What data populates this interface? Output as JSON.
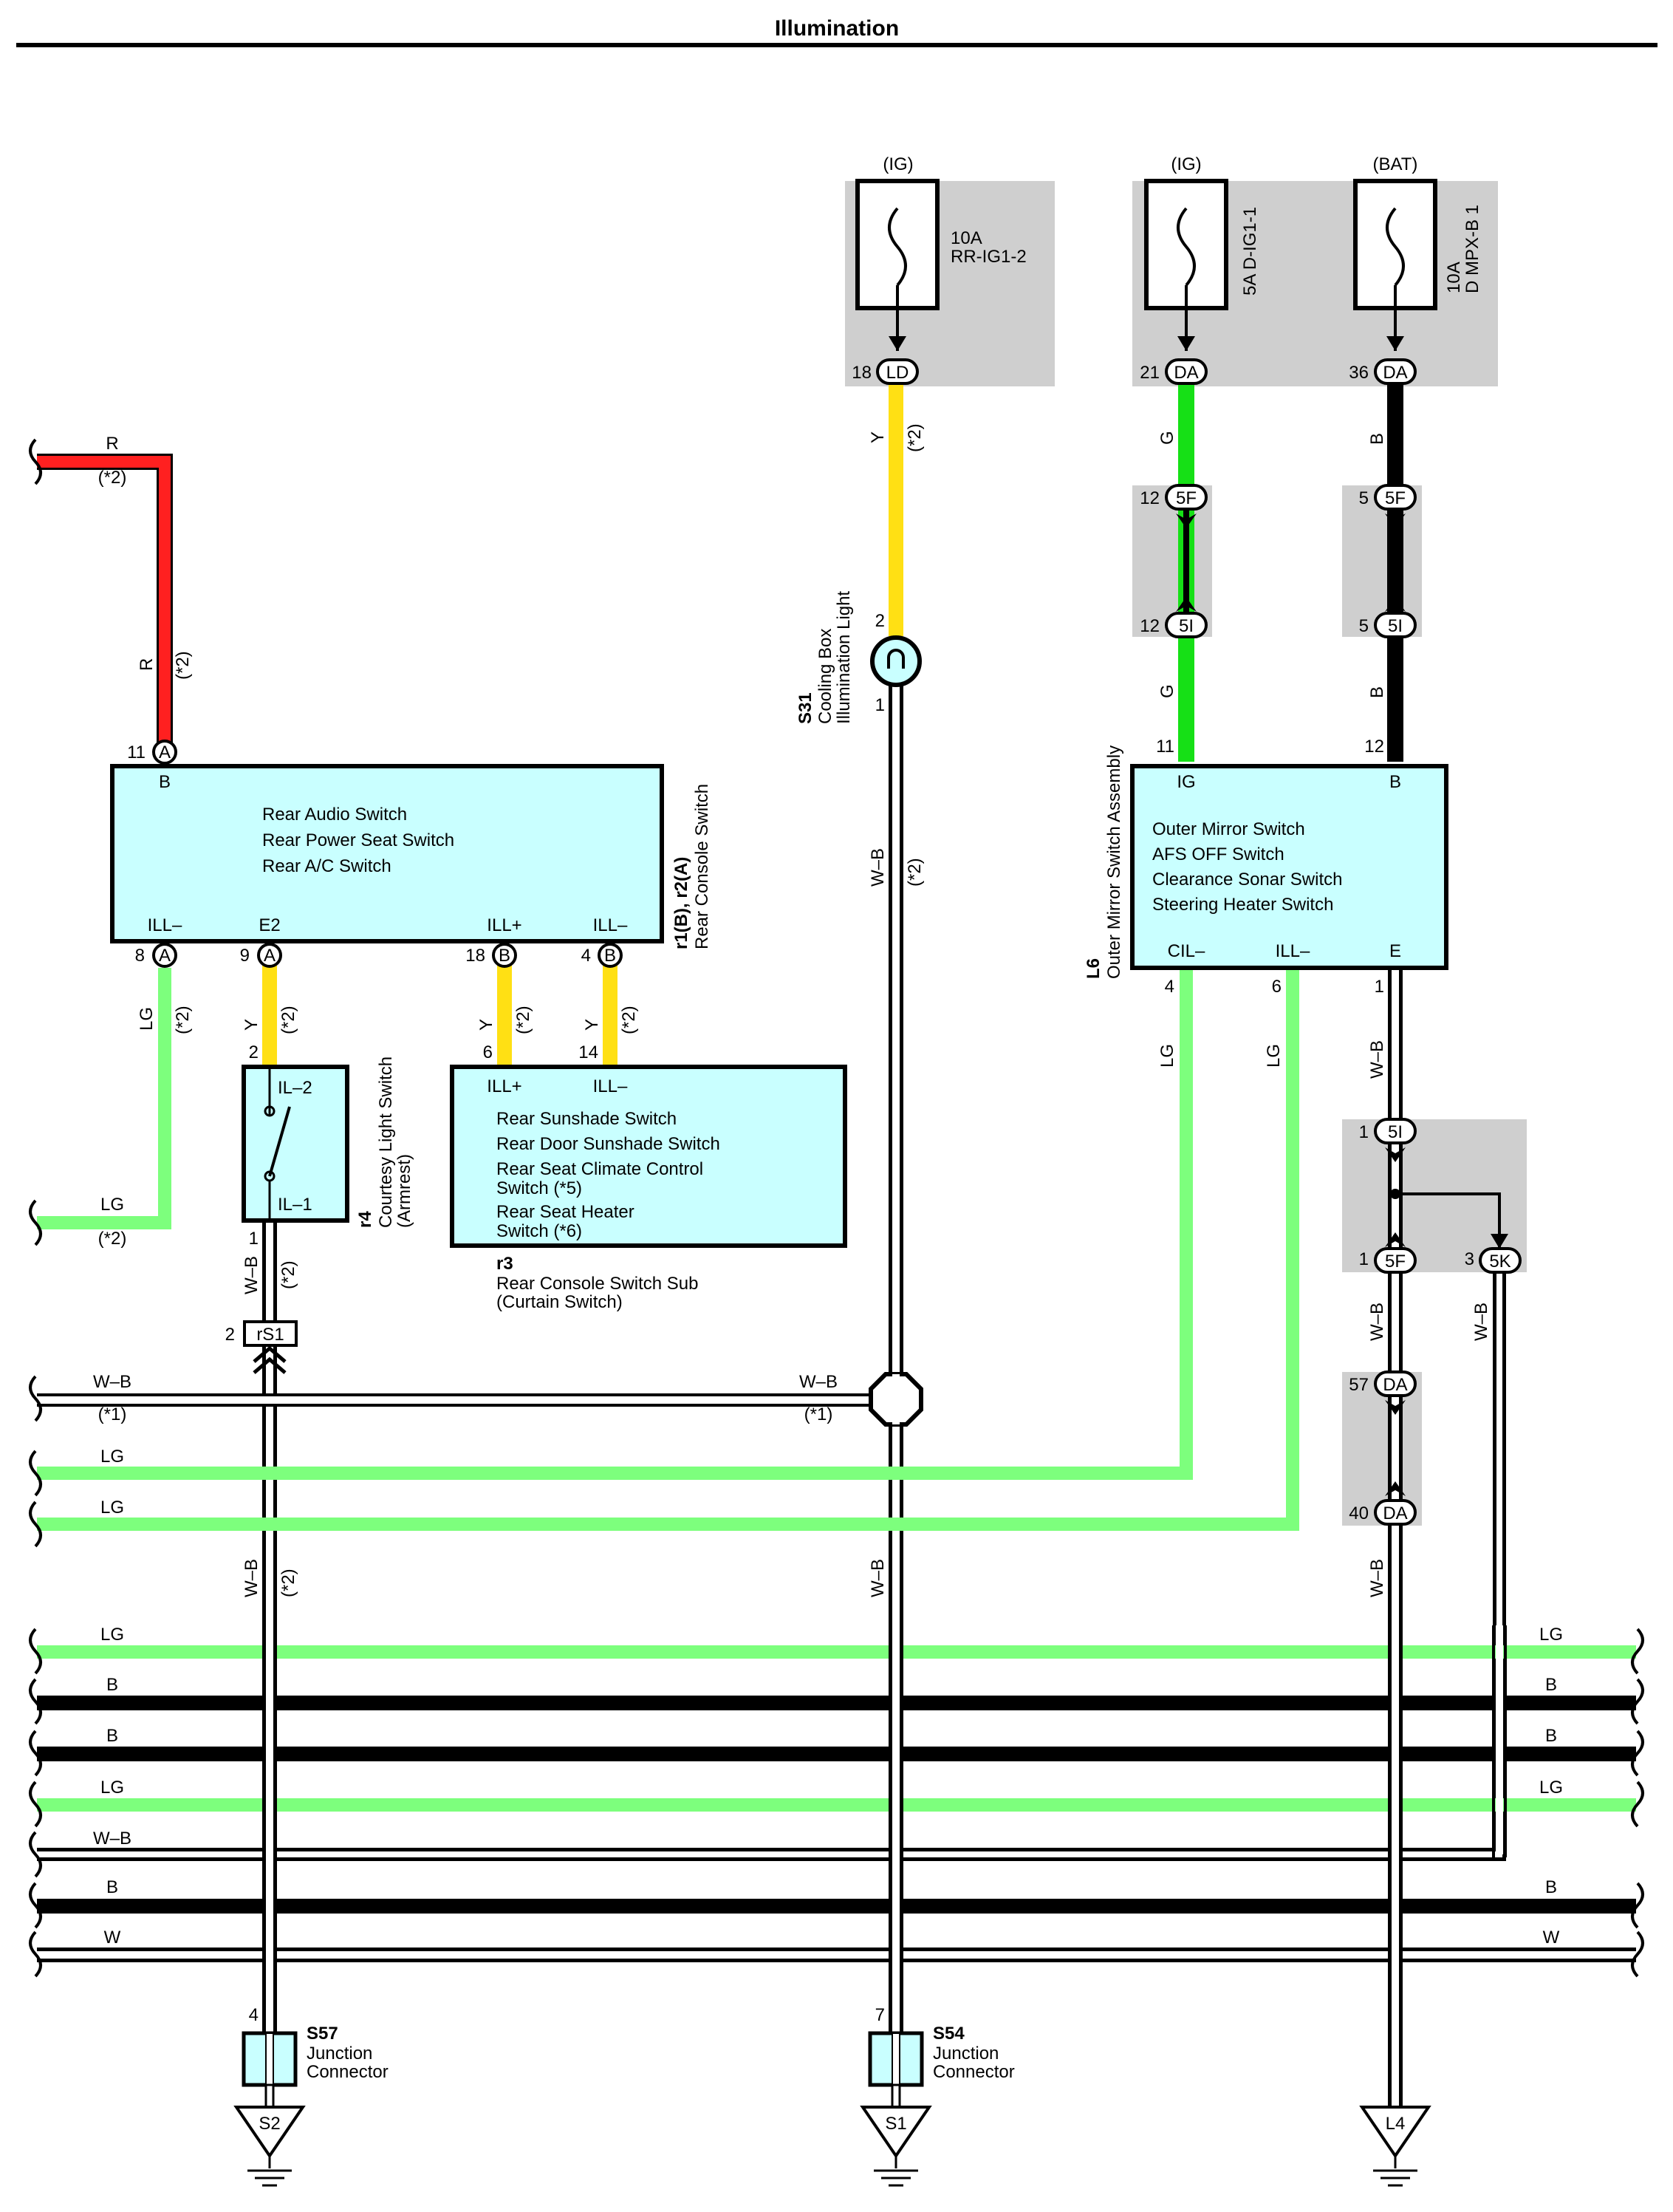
{
  "title": "Illumination",
  "colors": {
    "R": "#ff2020",
    "Y": "#ffe014",
    "G": "#16e016",
    "LG": "#7dff7d",
    "B": "#000000",
    "W-B": "#ffffff",
    "W": "#ffffff",
    "component_fill": "#c9ffff",
    "shade": "#cfcfcf"
  },
  "fuses": [
    {
      "source": "(IG)",
      "rating": "10A",
      "name": "RR-IG1-2",
      "pin": "18",
      "conn": "LD"
    },
    {
      "source": "(IG)",
      "rating": "5A",
      "name": "D-IG1-1",
      "pin": "21",
      "conn": "DA"
    },
    {
      "source": "(BAT)",
      "rating": "10A",
      "name": "D MPX-B 1",
      "pin": "36",
      "conn": "DA"
    }
  ],
  "inline_connectors": {
    "g_top": {
      "pin": "12",
      "conn": "5F"
    },
    "g_bot": {
      "pin": "12",
      "conn": "5I"
    },
    "b_top": {
      "pin": "5",
      "conn": "5F"
    },
    "b_bot": {
      "pin": "5",
      "conn": "5I"
    },
    "wb_1": {
      "pin": "1",
      "conn": "5I"
    },
    "wb_2": {
      "pin": "1",
      "conn": "5F"
    },
    "wb_3": {
      "pin": "3",
      "conn": "5K"
    },
    "wb_4": {
      "pin": "57",
      "conn": "DA"
    },
    "wb_5": {
      "pin": "40",
      "conn": "DA"
    },
    "rs1": {
      "pin": "2",
      "conn": "rS1"
    }
  },
  "components": {
    "r1": {
      "code": "r1(B), r2(A)",
      "name": "Rear Console Switch",
      "lines": [
        "Rear Audio Switch",
        "Rear Power Seat Switch",
        "Rear A/C Switch"
      ],
      "top_pin": {
        "num": "11",
        "conn": "A",
        "label": "B"
      },
      "bottom_pins": [
        {
          "num": "8",
          "conn": "A",
          "label": "ILL–"
        },
        {
          "num": "9",
          "conn": "A",
          "label": "E2"
        },
        {
          "num": "18",
          "conn": "B",
          "label": "ILL+"
        },
        {
          "num": "4",
          "conn": "B",
          "label": "ILL–"
        }
      ]
    },
    "r4": {
      "code": "r4",
      "name_lines": [
        "Courtesy Light Switch",
        "(Armrest)"
      ],
      "pin_top": {
        "num": "2",
        "label": "IL–2"
      },
      "pin_bottom": {
        "num": "1",
        "label": "IL–1"
      }
    },
    "r3": {
      "code": "r3",
      "name_lines": [
        "Rear Console Switch Sub",
        "(Curtain Switch)"
      ],
      "lines": [
        "Rear Sunshade Switch",
        "Rear Door Sunshade Switch",
        "Rear Seat Climate Control",
        "Switch (*5)",
        "Rear Seat Heater",
        "Switch (*6)"
      ],
      "pins": [
        {
          "num": "6",
          "label": "ILL+"
        },
        {
          "num": "14",
          "label": "ILL–"
        }
      ]
    },
    "s31": {
      "code": "S31",
      "name_lines": [
        "Cooling Box",
        "Illumination Light"
      ],
      "pin_top": "2",
      "pin_bottom": "1"
    },
    "l6": {
      "code": "L6",
      "name": "Outer Mirror Switch Assembly",
      "lines": [
        "Outer Mirror Switch",
        "AFS OFF Switch",
        "Clearance Sonar Switch",
        "Steering Heater Switch"
      ],
      "top_pins": [
        {
          "num": "11",
          "label": "IG"
        },
        {
          "num": "12",
          "label": "B"
        }
      ],
      "bottom_pins": [
        {
          "num": "4",
          "label": "CIL–"
        },
        {
          "num": "6",
          "label": "ILL–"
        },
        {
          "num": "1",
          "label": "E"
        }
      ]
    },
    "s57": {
      "code": "S57",
      "name_lines": [
        "Junction",
        "Connector"
      ],
      "pin": "4",
      "ground": "S2"
    },
    "s54": {
      "code": "S54",
      "name_lines": [
        "Junction",
        "Connector"
      ],
      "pin": "7",
      "ground": "S1"
    },
    "ground_l4": {
      "ground": "L4"
    }
  },
  "wire_labels": {
    "r_top": "R",
    "r_top_note": "(*2)",
    "r_vert": "R",
    "r_vert_note": "(*2)",
    "lg_left": "LG",
    "lg_left_note": "(*2)",
    "lg_left_end": "LG",
    "lg_left_end_note": "(*2)",
    "y_e2": "Y",
    "y_e2_note": "(*2)",
    "y_ill1": "Y",
    "y_ill1_note": "(*2)",
    "y_ill2": "Y",
    "y_ill2_note": "(*2)",
    "wb_r4": "W–B",
    "wb_r4_note": "(*2)",
    "wb_s57": "W–B",
    "wb_s57_note": "(*2)",
    "y_s31": "Y",
    "y_s31_note": "(*2)",
    "wb_s31": "W–B",
    "wb_s31_note": "(*2)",
    "wb_s54": "W–B",
    "g_1": "G",
    "g_2": "G",
    "b_1": "B",
    "b_2": "B",
    "lg_cil": "LG",
    "lg_ill": "LG",
    "wb_e": "W–B",
    "wb_5f": "W–B",
    "wb_5k": "W–B",
    "wb_bot": "W–B",
    "wb_bus": "W–B",
    "wb_bus_note": "(*1)",
    "wb_bus_mid": "W–B",
    "wb_bus_mid_note": "(*1)",
    "lg_bus1": "LG",
    "lg_bus2": "LG"
  },
  "buses": [
    {
      "left": "LG",
      "right": "LG",
      "color": "LG"
    },
    {
      "left": "B",
      "right": "B",
      "color": "B"
    },
    {
      "left": "B",
      "right": "B",
      "color": "B"
    },
    {
      "left": "LG",
      "right": "LG",
      "color": "LG"
    },
    {
      "left": "W–B",
      "right": "",
      "color": "W-B"
    },
    {
      "left": "B",
      "right": "B",
      "color": "B"
    },
    {
      "left": "W",
      "right": "W",
      "color": "W"
    }
  ]
}
